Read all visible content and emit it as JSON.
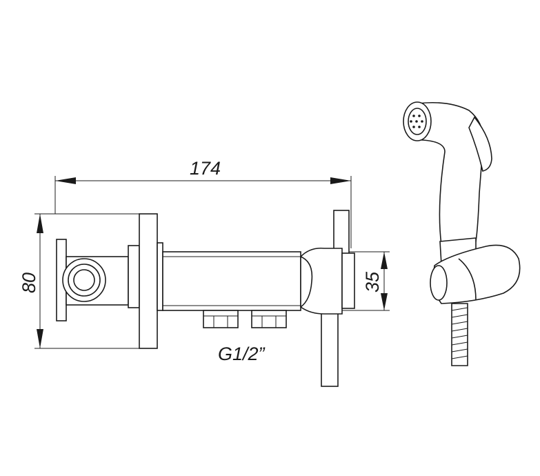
{
  "dimensions": {
    "overall_length": "174",
    "height": "80",
    "valve_height": "35",
    "thread_size": "G1/2”"
  },
  "colors": {
    "line": "#1a1a1a",
    "background": "#ffffff"
  }
}
